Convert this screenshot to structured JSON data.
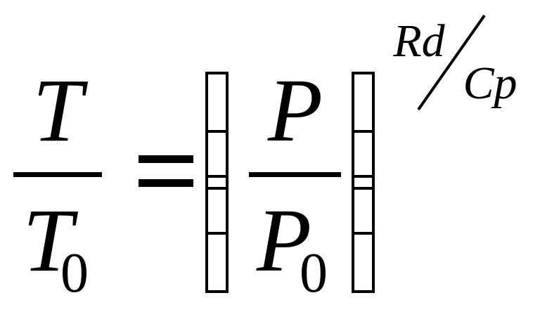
{
  "equation": {
    "lhs_numerator": "T",
    "lhs_denominator": "T",
    "lhs_denominator_subscript": "0",
    "equals": "=",
    "rhs_numerator": "P",
    "rhs_denominator": "P",
    "rhs_denominator_subscript": "0",
    "exponent_numerator": "Rd",
    "exponent_denominator": "Cp"
  },
  "colors": {
    "ink": "#000000",
    "background": "#ffffff"
  }
}
